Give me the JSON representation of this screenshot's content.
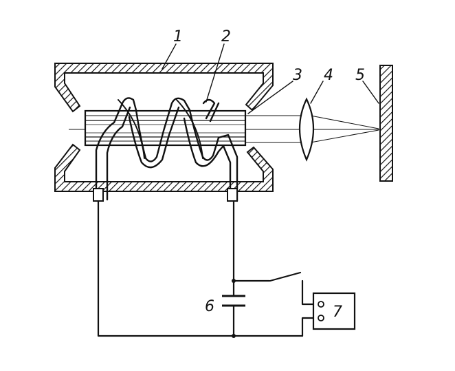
{
  "diagram": {
    "labels": [
      {
        "id": "housing",
        "text": "1"
      },
      {
        "id": "flash-lamp",
        "text": "2"
      },
      {
        "id": "laser-rod",
        "text": "3"
      },
      {
        "id": "lens",
        "text": "4"
      },
      {
        "id": "workpiece",
        "text": "5"
      },
      {
        "id": "capacitor",
        "text": "6"
      },
      {
        "id": "power-supply",
        "text": "7"
      }
    ],
    "colors": {
      "ink": "#111111",
      "background": "#ffffff"
    }
  }
}
